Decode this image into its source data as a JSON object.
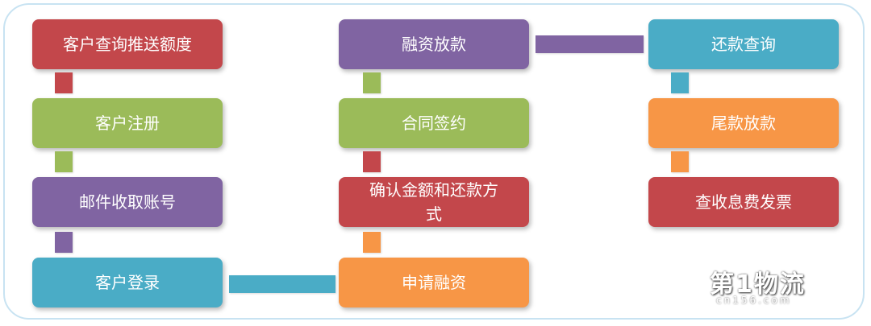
{
  "boxes": {
    "customer_push_quota": "客户查询推送额度",
    "customer_register": "客户注册",
    "email_account": "邮件收取账号",
    "customer_login": "客户登录",
    "financing_loan": "融资放款",
    "contract_sign": "合同签约",
    "confirm_amount_line1": "确认金额和还款方",
    "confirm_amount_line2": "式",
    "apply_financing": "申请融资",
    "repayment_query": "还款查询",
    "final_payment": "尾款放款",
    "check_interest_invoice": "查收息费发票"
  },
  "watermark": {
    "main": "第1物流",
    "sub": "cn156.com"
  },
  "colors": {
    "red": "#c3474b",
    "green": "#9bbb59",
    "purple": "#8064a2",
    "blue": "#4aacc6",
    "orange": "#f79646"
  }
}
